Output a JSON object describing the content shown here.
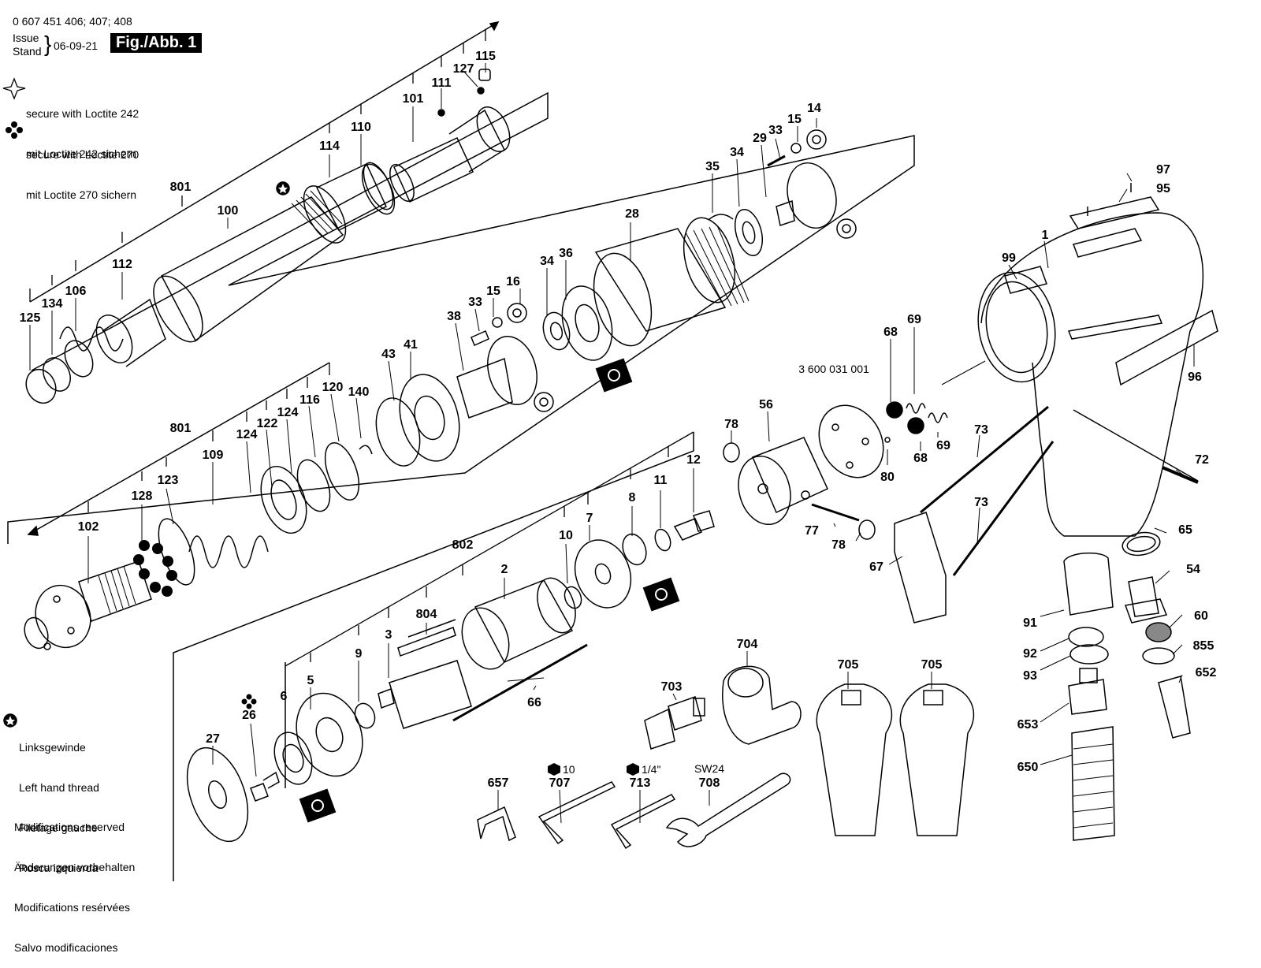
{
  "header": {
    "part_numbers": "0 607 451 406; 407; 408",
    "issue_label": "Issue",
    "stand_label": "Stand",
    "date": "06-09-21",
    "figure": "Fig./Abb. 1"
  },
  "notes": {
    "loctite_242": [
      "secure with Loctite 242",
      "mit Loctite 242 sichern"
    ],
    "loctite_270": [
      "secure with Loctite 270",
      "mit Loctite 270 sichern"
    ],
    "left_hand_thread": [
      "Linksgewinde",
      "Left hand thread",
      "Filetage gauche",
      "Rosca izquierda"
    ],
    "modifications": [
      "Modifications reserved",
      "Änderungen vorbehalten",
      "Modifications resérvées",
      "Salvo modificaciones"
    ]
  },
  "tool_specs": {
    "hex_10": "10",
    "hex_quarter": "1/4\"",
    "wrench": "SW24"
  },
  "kit_number": "3 600 031 001",
  "part_labels": {
    "p115": "115",
    "p127": "127",
    "p111": "111",
    "p101": "101",
    "p110": "110",
    "p114": "114",
    "p801a": "801",
    "p100": "100",
    "p112": "112",
    "p106": "106",
    "p134": "134",
    "p125": "125",
    "p801b": "801",
    "p140": "140",
    "p120": "120",
    "p116": "116",
    "p124a": "124",
    "p122": "122",
    "p124b": "124",
    "p109": "109",
    "p123": "123",
    "p128": "128",
    "p102": "102",
    "p43": "43",
    "p41": "41",
    "p38": "38",
    "p33a": "33",
    "p15a": "15",
    "p16": "16",
    "p34a": "34",
    "p36": "36",
    "p28": "28",
    "p35": "35",
    "p34b": "34",
    "p29": "29",
    "p33b": "33",
    "p15b": "15",
    "p14": "14",
    "p97": "97",
    "p95": "95",
    "p1": "1",
    "p99": "99",
    "p96": "96",
    "p68a": "68",
    "p69a": "69",
    "p68b": "68",
    "p69b": "69",
    "p80": "80",
    "p56": "56",
    "p78a": "78",
    "p77": "77",
    "p78b": "78",
    "p73a": "73",
    "p73b": "73",
    "p72": "72",
    "p65": "65",
    "p67": "67",
    "p54": "54",
    "p91": "91",
    "p60": "60",
    "p92": "92",
    "p855": "855",
    "p93": "93",
    "p652": "652",
    "p653": "653",
    "p650": "650",
    "p802": "802",
    "p10": "10",
    "p7": "7",
    "p8": "8",
    "p11": "11",
    "p12": "12",
    "p2": "2",
    "p804": "804",
    "p3": "3",
    "p9": "9",
    "p5": "5",
    "p6": "6",
    "p66": "66",
    "p27": "27",
    "p26": "26",
    "p704": "704",
    "p703": "703",
    "p705a": "705",
    "p705b": "705",
    "p657": "657",
    "p707": "707",
    "p713": "713",
    "p708": "708"
  }
}
